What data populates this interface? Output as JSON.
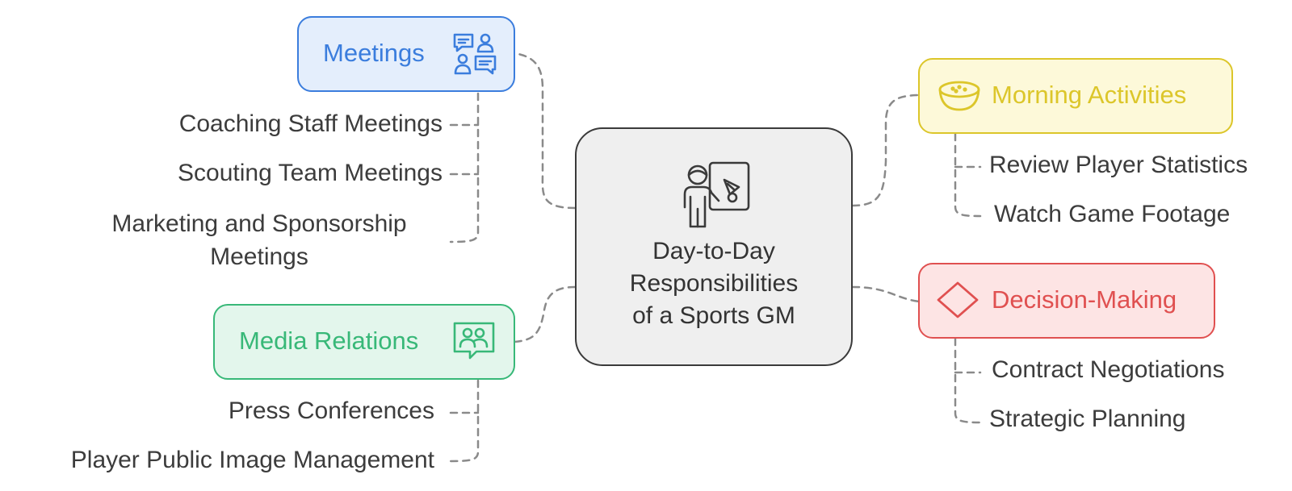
{
  "center": {
    "title_lines": [
      "Day-to-Day",
      "Responsibilities",
      "of a Sports GM"
    ],
    "icon": "coach-whiteboard-icon"
  },
  "branches": {
    "meetings": {
      "label": "Meetings",
      "icon": "chat-people-icon",
      "color": "#3b7ddd",
      "fill": "#e4eefc",
      "items": [
        "Coaching Staff Meetings",
        "Scouting Team Meetings"
      ],
      "multiline_item": [
        "Marketing and Sponsorship",
        "Meetings"
      ]
    },
    "media": {
      "label": "Media Relations",
      "icon": "group-chat-icon",
      "color": "#38b878",
      "fill": "#e3f6ec",
      "items": [
        "Press Conferences",
        "Player Public Image Management"
      ]
    },
    "morning": {
      "label": "Morning Activities",
      "icon": "bowl-icon",
      "color": "#dcc62a",
      "fill": "#fdf9d9",
      "items": [
        "Review Player Statistics",
        "Watch Game Footage"
      ]
    },
    "decision": {
      "label": "Decision-Making",
      "icon": "diamond-icon",
      "color": "#e05050",
      "fill": "#fde4e4",
      "items": [
        "Contract Negotiations",
        "Strategic Planning"
      ]
    }
  }
}
